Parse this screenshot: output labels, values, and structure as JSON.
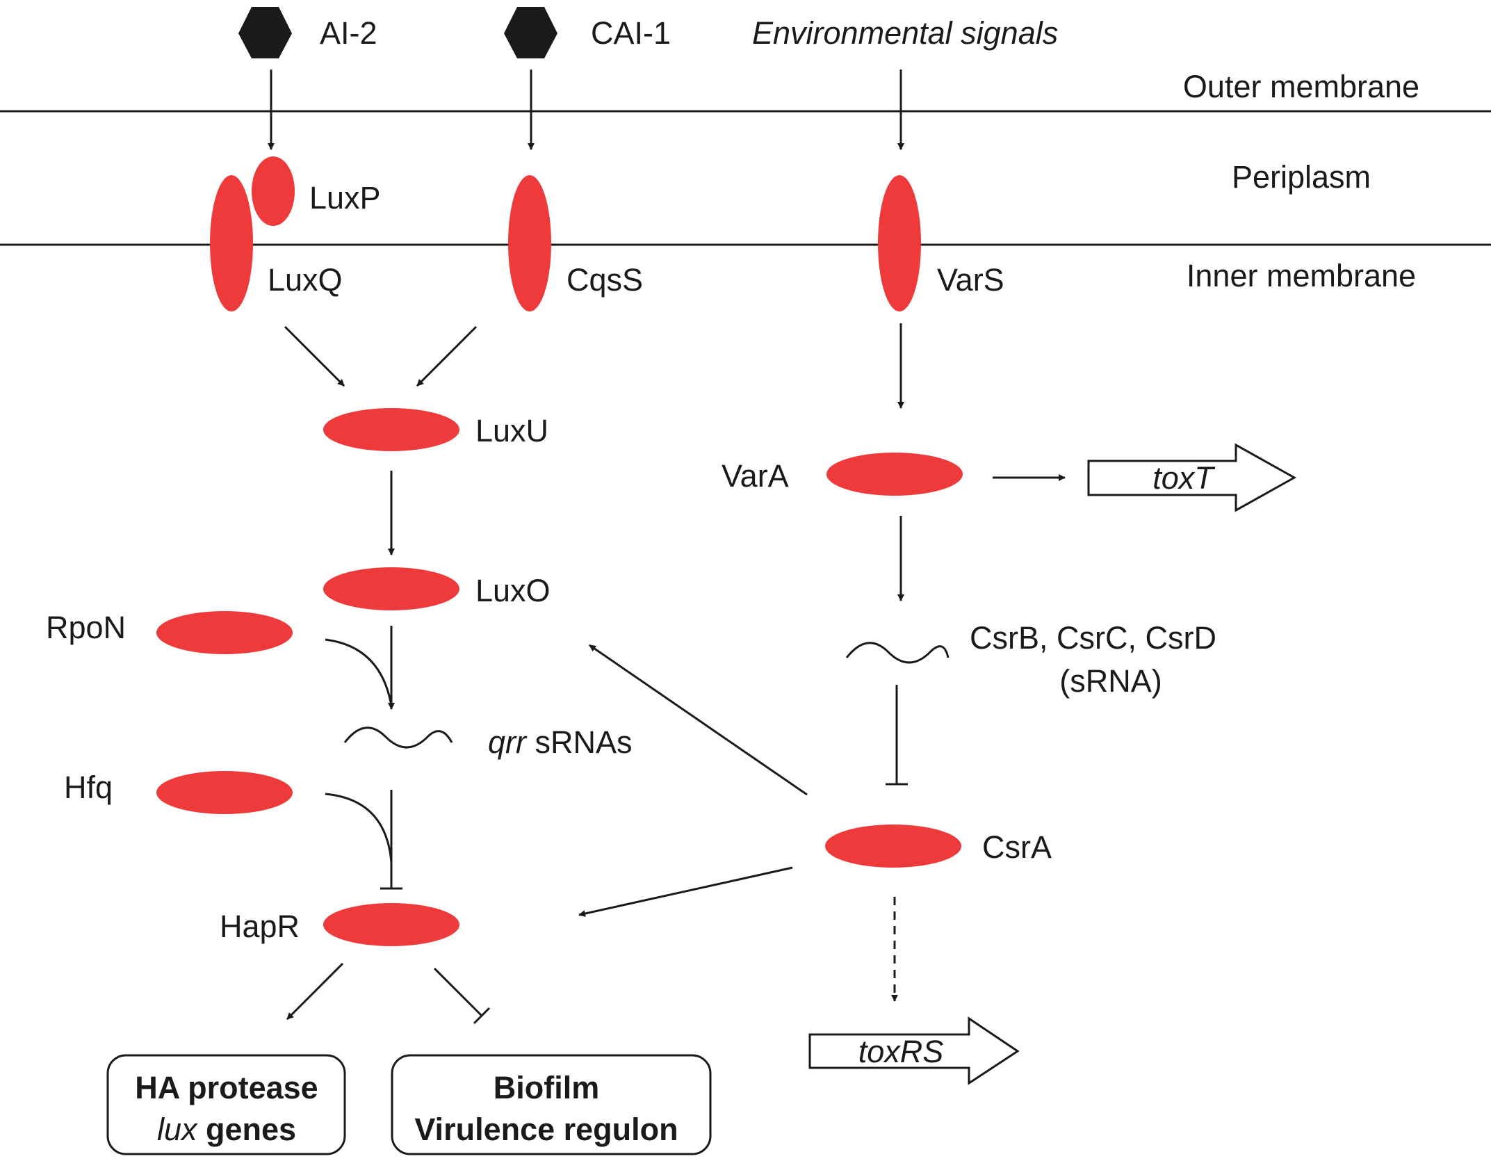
{
  "signals": {
    "ai2": "AI-2",
    "cai1": "CAI-1",
    "environmental": "Environmental signals"
  },
  "compartments": {
    "outer_membrane": "Outer membrane",
    "periplasm": "Periplasm",
    "inner_membrane": "Inner membrane"
  },
  "proteins": {
    "luxp": "LuxP",
    "luxq": "LuxQ",
    "cqss": "CqsS",
    "vars": "VarS",
    "luxu": "LuxU",
    "luxo": "LuxO",
    "rpon": "RpoN",
    "hfq": "Hfq",
    "hapr": "HapR",
    "vara": "VarA",
    "csra": "CsrA"
  },
  "rnas": {
    "qrr_italic": "qrr",
    "qrr_rest": " sRNAs",
    "csr_line1": "CsrB, CsrC, CsrD",
    "csr_line2": "(sRNA)"
  },
  "genes": {
    "toxt": "toxT",
    "toxrs": "toxRS"
  },
  "outputs": {
    "box1_line1": "HA protease",
    "box1_line2_italic": "lux",
    "box1_line2_rest": " genes",
    "box2_line1": "Biofilm",
    "box2_line2": "Virulence regulon"
  },
  "colors": {
    "protein_fill": "#ee3a3a",
    "signal_fill": "#1a1a1a",
    "line": "#1a1a1a"
  }
}
